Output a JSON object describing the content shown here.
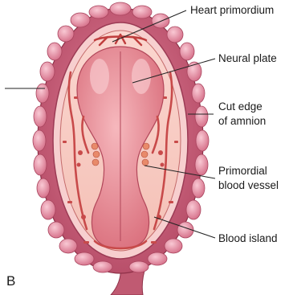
{
  "labels": {
    "heart_primordium": "Heart primordium",
    "neural_plate": "Neural plate",
    "cut_edge_line1": "Cut edge",
    "cut_edge_line2": "of amnion",
    "primordial_line1": "Primordial",
    "primordial_line2": "blood vessel",
    "blood_island": "Blood island"
  },
  "panel_letter": "B",
  "colors": {
    "yolk_sac_wall": "#c9607a",
    "yolk_sac_bubble": "#f0a6b8",
    "amnion_edge": "#f7cfcf",
    "embryonic_disc": "#f6c8c0",
    "neural_plate": "#e98890",
    "blood_vessel": "#c84a4a",
    "leader_line": "#222222"
  }
}
